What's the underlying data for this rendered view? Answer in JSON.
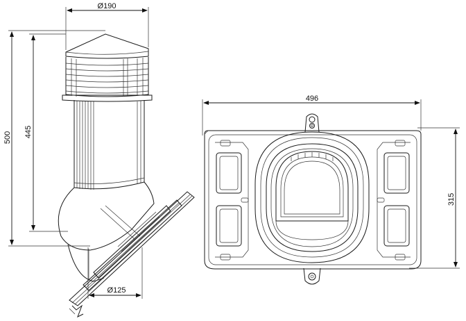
{
  "dimensions": {
    "top_diameter": "Ø190",
    "total_height": "500",
    "body_height": "445",
    "pipe_diameter": "Ø125",
    "base_width": "496",
    "base_height": "315"
  }
}
